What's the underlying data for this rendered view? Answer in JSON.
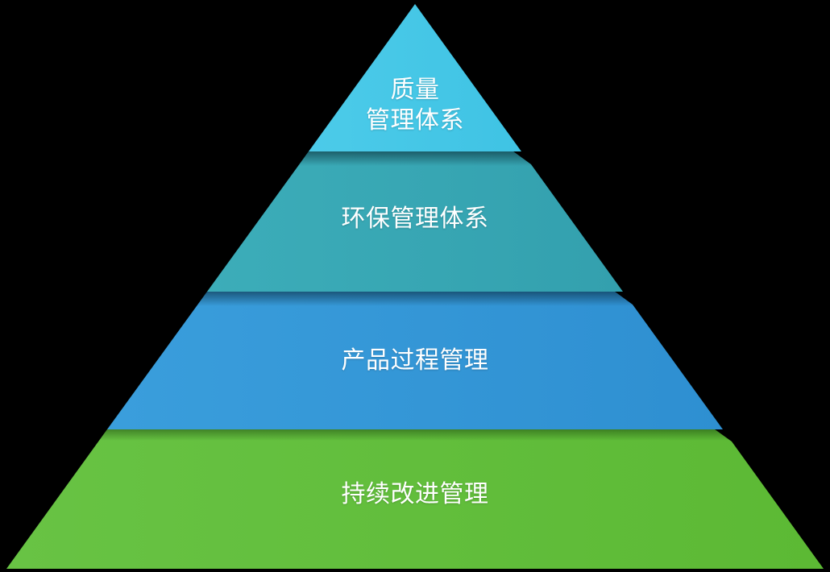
{
  "pyramid": {
    "background_color": "#000000",
    "text_color": "#ffffff",
    "levels": [
      {
        "label": "质量\n管理体系",
        "color_left": "#4ccbe9",
        "color_right": "#3fc3e4"
      },
      {
        "label": "环保管理体系",
        "color_left": "#3cadb9",
        "color_right": "#33a0ae"
      },
      {
        "label": "产品过程管理",
        "color_left": "#3a9edc",
        "color_right": "#2e8fd1"
      },
      {
        "label": "持续改进管理",
        "color_left": "#68c344",
        "color_right": "#5cb934"
      }
    ]
  }
}
